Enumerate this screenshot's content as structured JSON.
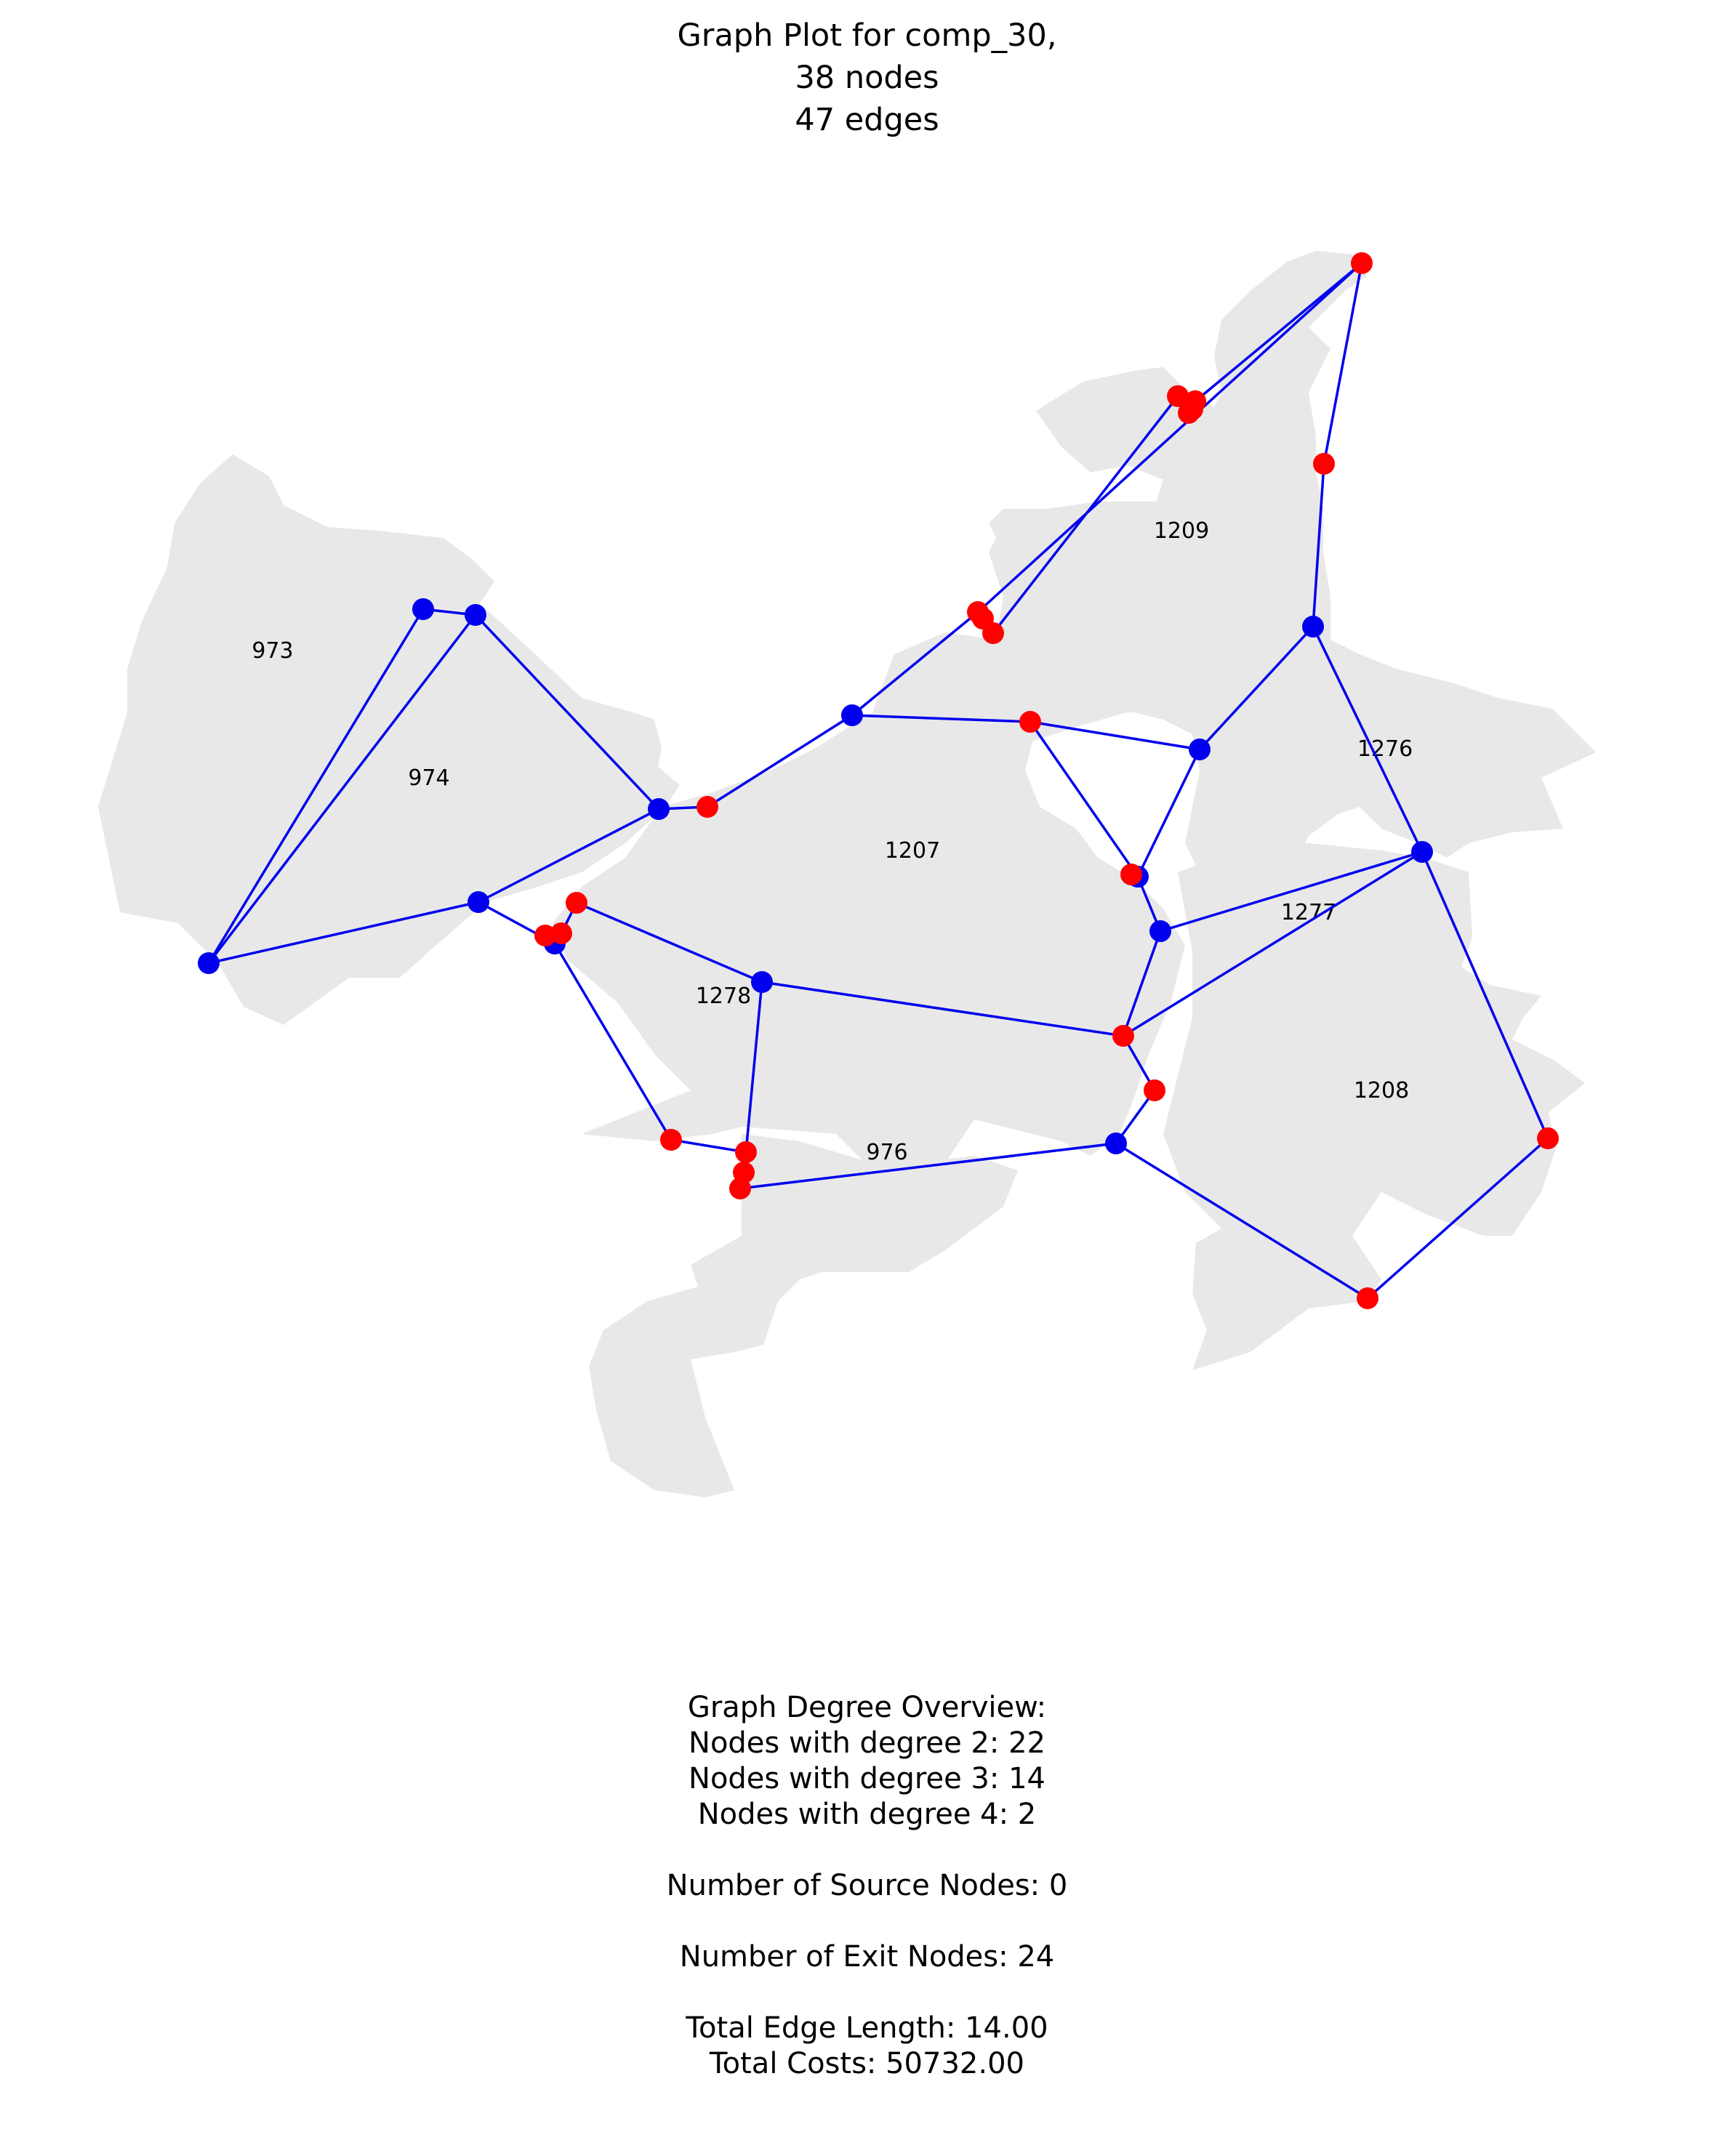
{
  "title": {
    "line1": "Graph Plot for comp_30,",
    "line2": "38 nodes",
    "line3": "47 edges"
  },
  "colors": {
    "region_fill": "#e8e8e8",
    "edge": "#0000ee",
    "exit_node": "#ff0000",
    "inner_node": "#0000ee"
  },
  "regions": {
    "r973": "973",
    "r974": "974",
    "r1207": "1207",
    "r1209": "1209",
    "r1276": "1276",
    "r1277": "1277",
    "r1278": "1278",
    "r976": "976",
    "r1208": "1208"
  },
  "summary": {
    "heading": "Graph Degree Overview:",
    "deg2": "Nodes with degree 2: 22",
    "deg3": "Nodes with degree 3: 14",
    "deg4": "Nodes with degree 4: 2",
    "sources": "Number of Source Nodes: 0",
    "exits": "Number of Exit Nodes: 24",
    "edge_length": "Total Edge Length: 14.00",
    "costs": "Total Costs: 50732.00"
  }
}
